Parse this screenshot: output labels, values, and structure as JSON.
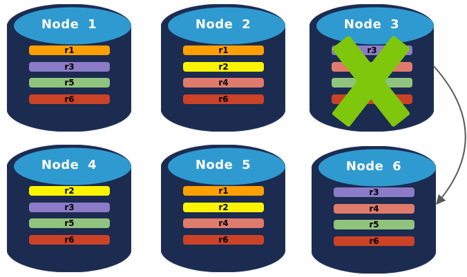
{
  "diagram": {
    "background": "#ffffff",
    "cylinder": {
      "body_color": "#1C2B50",
      "top_color": "#2F9AD0",
      "edge_color": "#2A3A60",
      "title_color": "#FFFFFF",
      "bar_label_color": "#000000"
    },
    "nodes": [
      {
        "label": "Node 1",
        "failed": false,
        "replicas": [
          {
            "id": "r1",
            "color": "#FFA000"
          },
          {
            "id": "r3",
            "color": "#8C7BC6"
          },
          {
            "id": "r5",
            "color": "#90C47E"
          },
          {
            "id": "r6",
            "color": "#CB4227"
          }
        ]
      },
      {
        "label": "Node 2",
        "failed": false,
        "replicas": [
          {
            "id": "r1",
            "color": "#FFA000"
          },
          {
            "id": "r2",
            "color": "#FAF400"
          },
          {
            "id": "r4",
            "color": "#DF7B6C"
          },
          {
            "id": "r6",
            "color": "#CB4227"
          }
        ]
      },
      {
        "label": "Node 3",
        "failed": true,
        "replicas": [
          {
            "id": "r3",
            "color": "#8C7BC6"
          },
          {
            "id": "r4",
            "color": "#DF7B6C"
          },
          {
            "id": "r5",
            "color": "#90C47E"
          },
          {
            "id": "r6",
            "color": "#CB4227"
          }
        ]
      },
      {
        "label": "Node 4",
        "failed": false,
        "replicas": [
          {
            "id": "r2",
            "color": "#FAF400"
          },
          {
            "id": "r3",
            "color": "#8C7BC6"
          },
          {
            "id": "r5",
            "color": "#90C47E"
          },
          {
            "id": "r6",
            "color": "#CB4227"
          }
        ]
      },
      {
        "label": "Node 5",
        "failed": false,
        "replicas": [
          {
            "id": "r1",
            "color": "#FFA000"
          },
          {
            "id": "r2",
            "color": "#FAF400"
          },
          {
            "id": "r4",
            "color": "#DF7B6C"
          },
          {
            "id": "r6",
            "color": "#CB4227"
          }
        ]
      },
      {
        "label": "Node 6",
        "failed": false,
        "replicas": [
          {
            "id": "r3",
            "color": "#8C7BC6"
          },
          {
            "id": "r4",
            "color": "#DF7B6C"
          },
          {
            "id": "r5",
            "color": "#90C47E"
          },
          {
            "id": "r6",
            "color": "#CB4227"
          }
        ]
      }
    ],
    "failure": {
      "node": "Node 3",
      "x_color": "#7EC70C"
    },
    "arrow": {
      "from": "Node 3",
      "to": "Node 6",
      "color": "#595959"
    }
  }
}
